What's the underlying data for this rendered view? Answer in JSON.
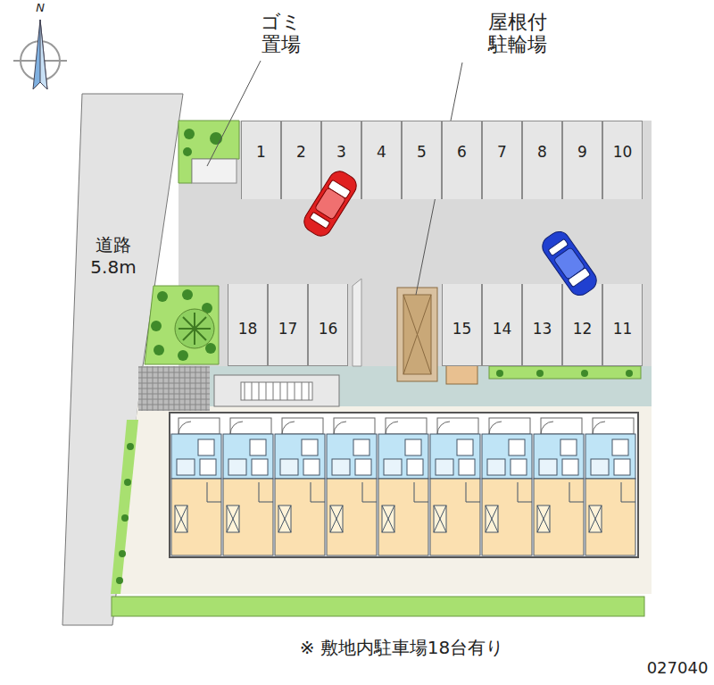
{
  "diagram": {
    "caption": "※ 敷地内駐車場18台有り",
    "nodes": [
      {
        "text": [
          "道路 5.8m"
        ]
      },
      {
        "text": [
          "1"
        ]
      },
      {
        "text": [
          "2"
        ]
      },
      {
        "text": [
          "3"
        ]
      },
      {
        "text": [
          "4"
        ]
      },
      {
        "text": [
          "5"
        ]
      },
      {
        "text": [
          "6"
        ]
      },
      {
        "text": [
          "7"
        ]
      },
      {
        "text": [
          "8"
        ]
      },
      {
        "text": [
          "9"
        ]
      },
      {
        "text": [
          "10"
        ]
      },
      {
        "text": [
          "18"
        ]
      },
      {
        "text": [
          "17"
        ]
      },
      {
        "text": [
          "16"
        ]
      },
      {
        "text": [
          "15"
        ]
      },
      {
        "text": [
          "14"
        ]
      },
      {
        "text": [
          "13"
        ]
      },
      {
        "text": [
          "12"
        ]
      },
      {
        "text": [
          "11"
        ]
      }
    ],
    "edges": [],
    "labels": [
      "N",
      "ゴミ 置場",
      "屋根付 駐輪場",
      "027040"
    ]
  }
}
